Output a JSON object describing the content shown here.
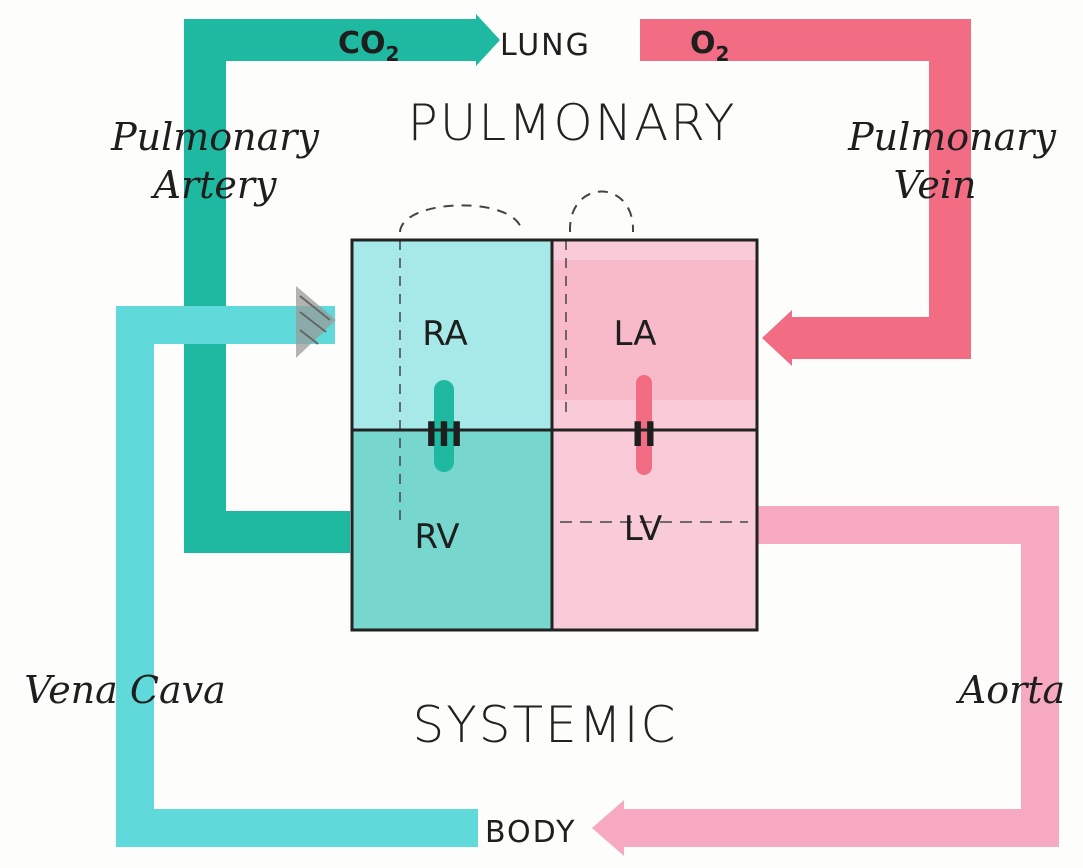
{
  "labels": {
    "co2": "CO",
    "co2_sub": "2",
    "o2": "O",
    "o2_sub": "2",
    "lung": "LUNG",
    "body": "BODY",
    "pulmonary_title": "PULMONARY",
    "systemic_title": "SYSTEMIC",
    "pulmonary_artery_line1": "Pulmonary",
    "pulmonary_artery_line2": "Artery",
    "pulmonary_vein_line1": "Pulmonary",
    "pulmonary_vein_line2": "Vein",
    "vena_cava": "Vena Cava",
    "aorta": "Aorta"
  },
  "chambers": {
    "ra": "RA",
    "la": "LA",
    "rv": "RV",
    "lv": "LV"
  },
  "valves": {
    "tricuspid": "III",
    "mitral": "II"
  },
  "colors": {
    "deoxygenated_dark": "#1fb8a0",
    "deoxygenated_light": "#5fd9d9",
    "oxygenated_dark": "#f26d84",
    "oxygenated_light": "#f6a9c0",
    "heart_outline": "#222222"
  }
}
